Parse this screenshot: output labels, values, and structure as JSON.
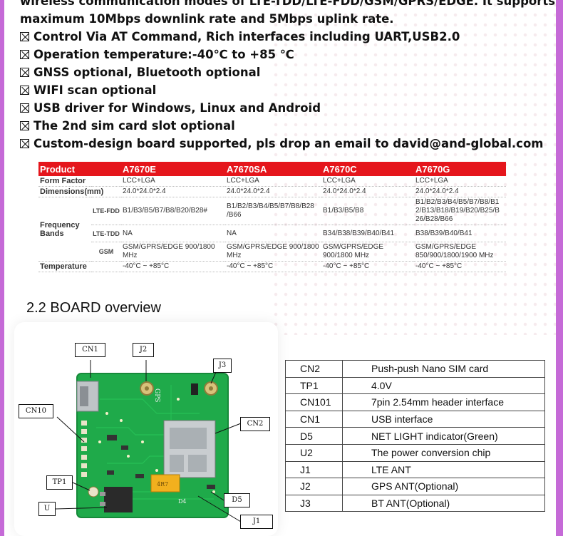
{
  "specs": {
    "line0": "wireless communication modes of LTE-TDD/LTE-FDD/GSM/GPRS/EDGE. It supports",
    "line1": "maximum 10Mbps downlink rate and 5Mbps uplink rate.",
    "items": [
      "Control Via AT Command, Rich interfaces including UART,USB2.0",
      "Operation temperature:-40℃ to +85 ℃",
      "GNSS optional, Bluetooth optional",
      "WIFI scan optional",
      "USB driver for Windows, Linux and Android",
      "The 2nd sim card slot optional",
      "Custom-design board supported, pls drop an email to david@and-global.com"
    ]
  },
  "product_table": {
    "headers": [
      "Product",
      "A7670E",
      "A7670SA",
      "A7670C",
      "A7670G"
    ],
    "form_factor": {
      "label": "Form Factor",
      "values": [
        "LCC+LGA",
        "LCC+LGA",
        "LCC+LGA",
        "LCC+LGA"
      ]
    },
    "dimensions": {
      "label": "Dimensions(mm)",
      "values": [
        "24.0*24.0*2.4",
        "24.0*24.0*2.4",
        "24.0*24.0*2.4",
        "24.0*24.0*2.4"
      ]
    },
    "frequency_label": "Frequency Bands",
    "lte_fdd": {
      "label": "LTE-FDD",
      "values": [
        "B1/B3/B5/B7/B8/B20/B28#",
        "B1/B2/B3/B4/B5/B7/B8/B28 /B66",
        "B1/B3/B5/B8",
        "B1/B2/B3/B4/B5/B7/B8/B1 2/B13/B18/B19/B20/B25/B 26/B28/B66"
      ]
    },
    "lte_tdd": {
      "label": "LTE-TDD",
      "values": [
        "NA",
        "NA",
        "B34/B38/B39/B40/B41",
        "B38/B39/B40/B41"
      ]
    },
    "gsm": {
      "label": "GSM",
      "values": [
        "GSM/GPRS/EDGE 900/1800 MHz",
        "GSM/GPRS/EDGE 900/1800 MHz",
        "GSM/GPRS/EDGE 900/1800 MHz",
        "GSM/GPRS/EDGE 850/900/1800/1900 MHz"
      ]
    },
    "temperature": {
      "label": "Temperature",
      "values": [
        "-40°C ~ +85°C",
        "-40°C ~ +85°C",
        "-40°C ~ +85°C",
        "-40°C ~ +85°C"
      ]
    }
  },
  "board": {
    "heading": "2.2 BOARD overview",
    "labels": {
      "cn1": "CN1",
      "j2": "J2",
      "j3": "J3",
      "cn10": "CN10",
      "cn2": "CN2",
      "tp1": "TP1",
      "d5": "D5",
      "u": "U",
      "j1": "J1"
    },
    "silk": {
      "gps": "GPS",
      "d4": "D4",
      "chip": "4R7"
    }
  },
  "legend": [
    {
      "key": "CN2",
      "value": "Push-push Nano SIM card"
    },
    {
      "key": "TP1",
      "value": "4.0V"
    },
    {
      "key": "CN101",
      "value": "7pin 2.54mm header interface"
    },
    {
      "key": "CN1",
      "value": "USB interface"
    },
    {
      "key": "D5",
      "value": "NET LIGHT indicator(Green)"
    },
    {
      "key": "U2",
      "value": "The power conversion chip"
    },
    {
      "key": "J1",
      "value": "LTE ANT"
    },
    {
      "key": "J2",
      "value": "GPS ANT(Optional)"
    },
    {
      "key": "J3",
      "value": "BT ANT(Optional)"
    }
  ],
  "colors": {
    "frame": "#c56ad7",
    "table_header": "#e5161c",
    "pcb": "#1faa4a"
  }
}
